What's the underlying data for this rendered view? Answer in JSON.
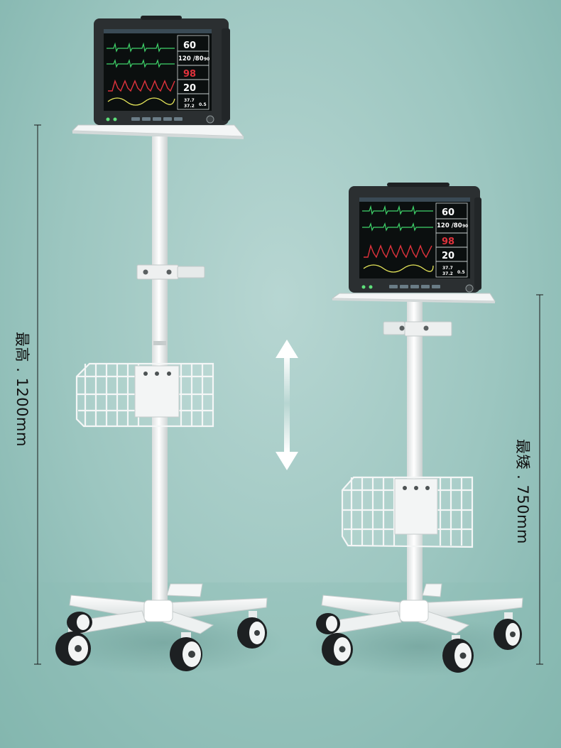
{
  "labels": {
    "max_height": "最高 . 1200mm",
    "min_height": "最矮 . 750mm"
  },
  "monitor_readings": {
    "hr": "60",
    "nibp": "120 /80",
    "nibp_mean": "90",
    "spo2": "98",
    "resp": "20",
    "temp1": "37.7",
    "temp2": "37.2",
    "temp_delta": "0.5"
  },
  "colors": {
    "background": "#9cc6c0",
    "stand": "#f2f4f4",
    "monitor_body": "#2b2f31",
    "ecg_trace": "#3fd46a",
    "spo2_trace": "#e0323c",
    "resp_trace": "#e8e85a",
    "arrow": "#ffffff"
  }
}
